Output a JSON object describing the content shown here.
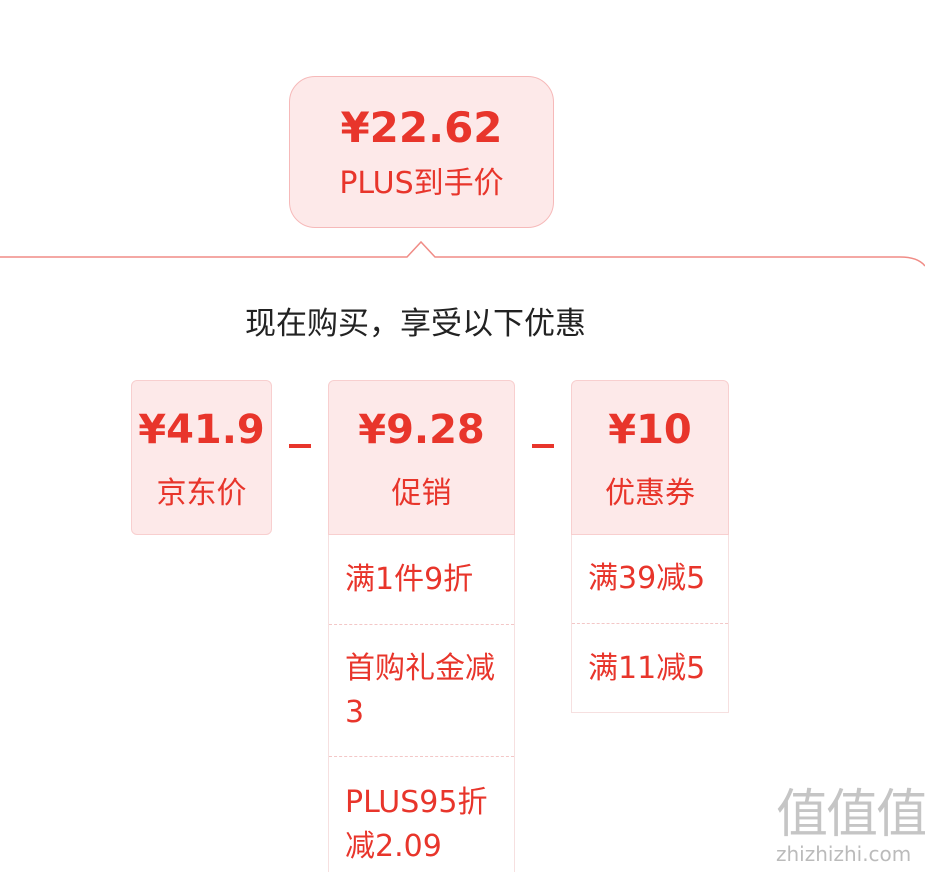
{
  "final_price": {
    "price": "¥22.62",
    "label": "PLUS到手价"
  },
  "subtitle": "现在购买，享受以下优惠",
  "cards": {
    "jd": {
      "price": "¥41.9",
      "label": "京东价"
    },
    "promo": {
      "price": "¥9.28",
      "label": "促销"
    },
    "coupon": {
      "price": "¥10",
      "label": "优惠券"
    }
  },
  "operators": [
    "-",
    "-"
  ],
  "promo_details": [
    "满1件9折",
    "首购礼金减3",
    "PLUS95折减2.09"
  ],
  "coupon_details": [
    "满39减5",
    "满11减5"
  ],
  "watermark": {
    "glyphs": "值值值",
    "url": "zhizhizhi.com"
  },
  "colors": {
    "accent": "#e8352b",
    "card_bg": "#fde9e9",
    "text_dark": "#222222"
  }
}
